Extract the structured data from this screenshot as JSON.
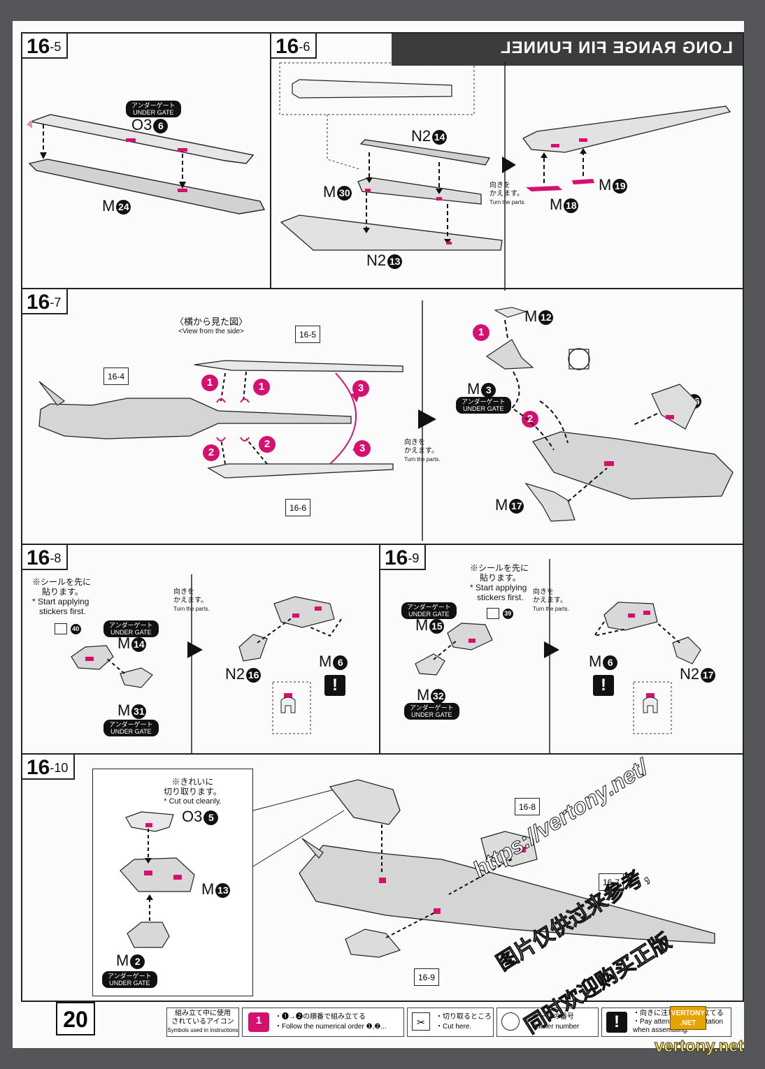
{
  "page": {
    "number": "20",
    "header_title": "LONG RANGE FIN FUNNEL"
  },
  "colors": {
    "accent": "#d6106e",
    "ink": "#111111",
    "paper": "#fbfbfb",
    "part": "#d9d9d9"
  },
  "under_gate": {
    "jp": "アンダーゲート",
    "en": "UNDER GATE"
  },
  "turn": {
    "jp1": "向きを",
    "jp2": "かえます。",
    "en": "Turn the parts."
  },
  "stickers_first": {
    "jp1": "※シールを先に",
    "jp2": "貼ります。",
    "en1": "* Start applying",
    "en2": "stickers first."
  },
  "steps": {
    "s5": {
      "main": "16",
      "sub": "-5",
      "parts": [
        {
          "code": "O3",
          "num": "6"
        },
        {
          "code": "M",
          "num": "24"
        }
      ]
    },
    "s6": {
      "main": "16",
      "sub": "-6",
      "parts": [
        {
          "code": "N2",
          "num": "14"
        },
        {
          "code": "M",
          "num": "30"
        },
        {
          "code": "N2",
          "num": "13"
        },
        {
          "code": "M",
          "num": "18"
        },
        {
          "code": "M",
          "num": "19"
        }
      ]
    },
    "s7": {
      "main": "16",
      "sub": "-7",
      "side_jp": "〈横から見た図〉",
      "side_en": "<View from the side>",
      "refs": [
        {
          "main": "16",
          "sub": "-5"
        },
        {
          "main": "16",
          "sub": "-4"
        },
        {
          "main": "16",
          "sub": "-6"
        }
      ],
      "parts": [
        {
          "code": "M",
          "num": "12"
        },
        {
          "code": "M",
          "num": "3"
        },
        {
          "code": "M",
          "num": "16"
        },
        {
          "code": "M",
          "num": "17"
        }
      ],
      "order": [
        "1",
        "2",
        "3"
      ]
    },
    "s8": {
      "main": "16",
      "sub": "-8",
      "sticker": "40",
      "parts": [
        {
          "code": "M",
          "num": "14"
        },
        {
          "code": "M",
          "num": "31"
        },
        {
          "code": "N2",
          "num": "16"
        },
        {
          "code": "M",
          "num": "6"
        }
      ]
    },
    "s9": {
      "main": "16",
      "sub": "-9",
      "sticker": "39",
      "parts": [
        {
          "code": "M",
          "num": "15"
        },
        {
          "code": "M",
          "num": "32"
        },
        {
          "code": "M",
          "num": "6"
        },
        {
          "code": "N2",
          "num": "17"
        }
      ]
    },
    "s10": {
      "main": "16",
      "sub": "-10",
      "cut_jp1": "※きれいに",
      "cut_jp2": "切り取ります。",
      "cut_en": "* Cut out cleanly.",
      "parts": [
        {
          "code": "O3",
          "num": "5"
        },
        {
          "code": "M",
          "num": "13"
        },
        {
          "code": "M",
          "num": "2"
        }
      ],
      "refs": [
        {
          "main": "16",
          "sub": "-8"
        },
        {
          "main": "16",
          "sub": "-7"
        },
        {
          "main": "16",
          "sub": "-9"
        }
      ]
    }
  },
  "legend": {
    "title_jp1": "組み立て中に使用",
    "title_jp2": "されているアイコン",
    "title_en": "Symbols used in instructions",
    "order_jp": "・❶→❷の順番で組み立てる",
    "order_en": "・Follow the numerical order ❶,❷...",
    "cut_jp": "・切り取るところ",
    "cut_en": "・Cut here.",
    "sticker_jp": "・シールの番号",
    "sticker_en": "・Sticker number",
    "orient_jp": "・向きに注意して組み立てる",
    "orient_en1": "・Pay attention to orientation",
    "orient_en2": "when assembling."
  },
  "watermark": {
    "url": "https://vertony.net/",
    "cn1": "图片仅供过来参考,",
    "cn2": "同时欢迎购买正版",
    "badge1": "VERTONY",
    "badge2": ".NET",
    "site": "vertony.net"
  }
}
